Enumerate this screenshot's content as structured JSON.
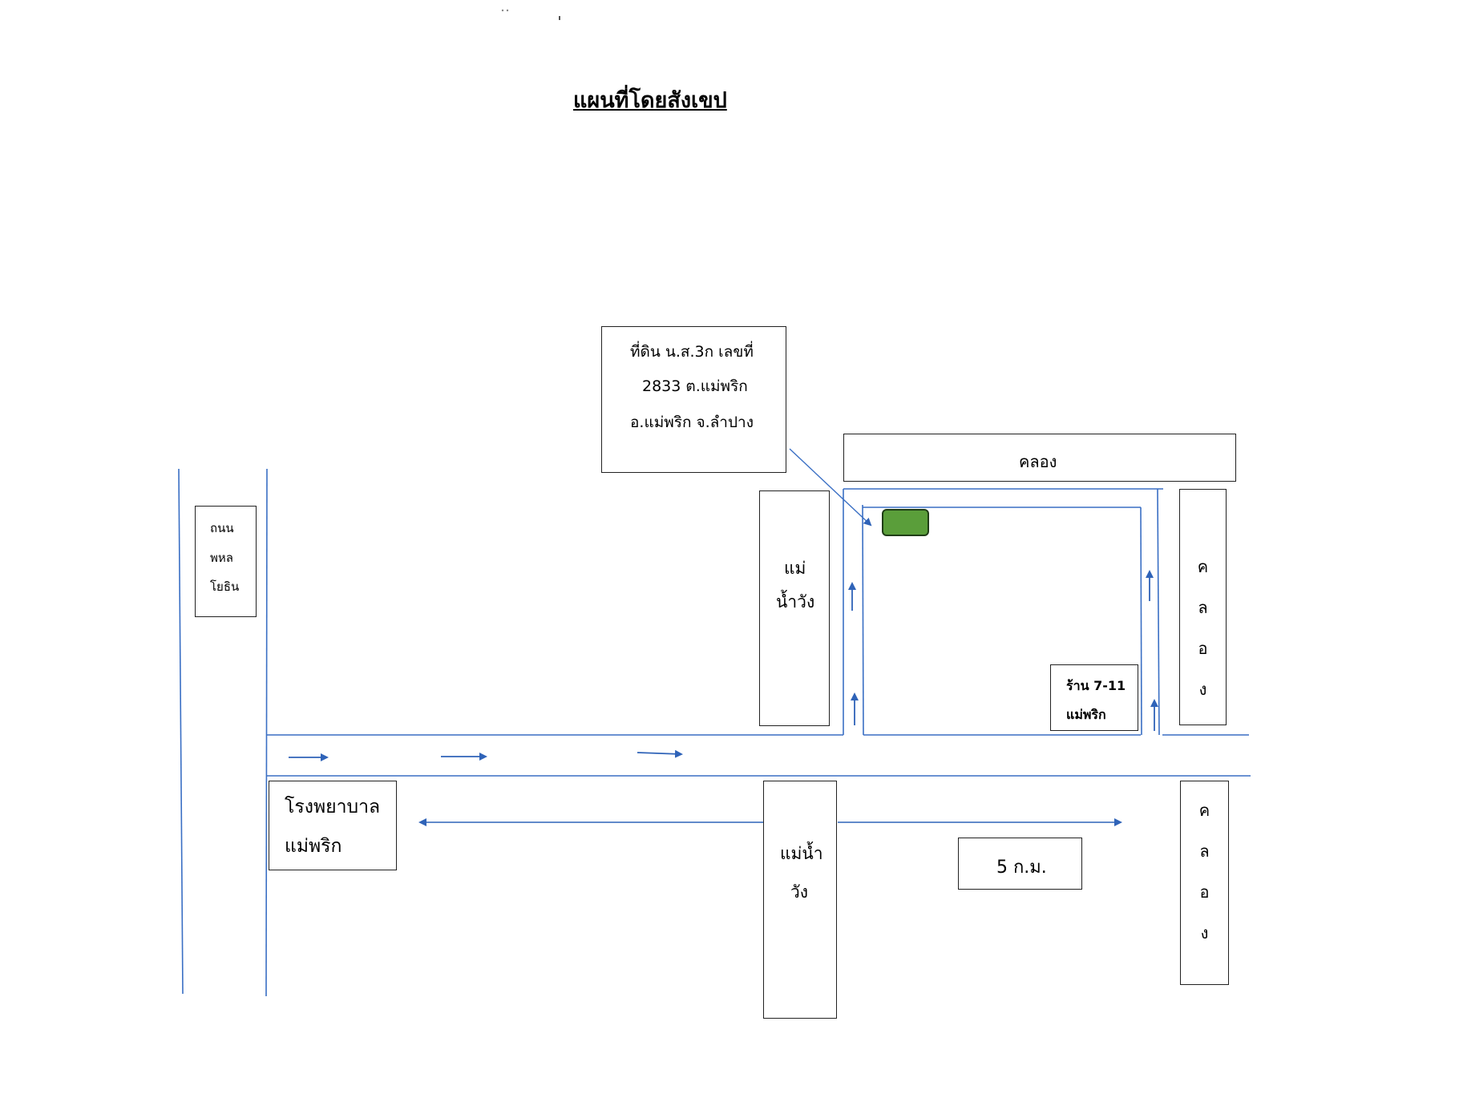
{
  "title": "แผนที่โดยสังเขป",
  "colors": {
    "road_line": "#3a6fc4",
    "arrow": "#2f63b8",
    "parcel_fill": "#5a9e3a",
    "parcel_border": "#1f3d16",
    "box_border": "#222222"
  },
  "land_label": {
    "line1": "ที่ดิน น.ส.3ก เลขที่",
    "line2": "2833 ต.แม่พริก",
    "line3": "อ.แม่พริก จ.ลำปาง"
  },
  "road_phahonyothin": {
    "line1": "ถนน",
    "line2": "พหล",
    "line3": "โยธิน"
  },
  "canal_top": "คลอง",
  "canal_right_upper": [
    "ค",
    "ล",
    "อ",
    "ง"
  ],
  "canal_right_lower": [
    "ค",
    "ล",
    "อ",
    "ง"
  ],
  "river_upper": {
    "line1": "แม่",
    "line2": "น้ำวัง"
  },
  "river_lower": {
    "line1": "แม่น้ำ",
    "line2": "วัง"
  },
  "seven_eleven": {
    "line1": "ร้าน 7-11",
    "line2": "แม่พริก"
  },
  "hospital": {
    "line1": "โรงพยาบาล",
    "line2": "แม่พริก"
  },
  "distance": "5 ก.ม."
}
